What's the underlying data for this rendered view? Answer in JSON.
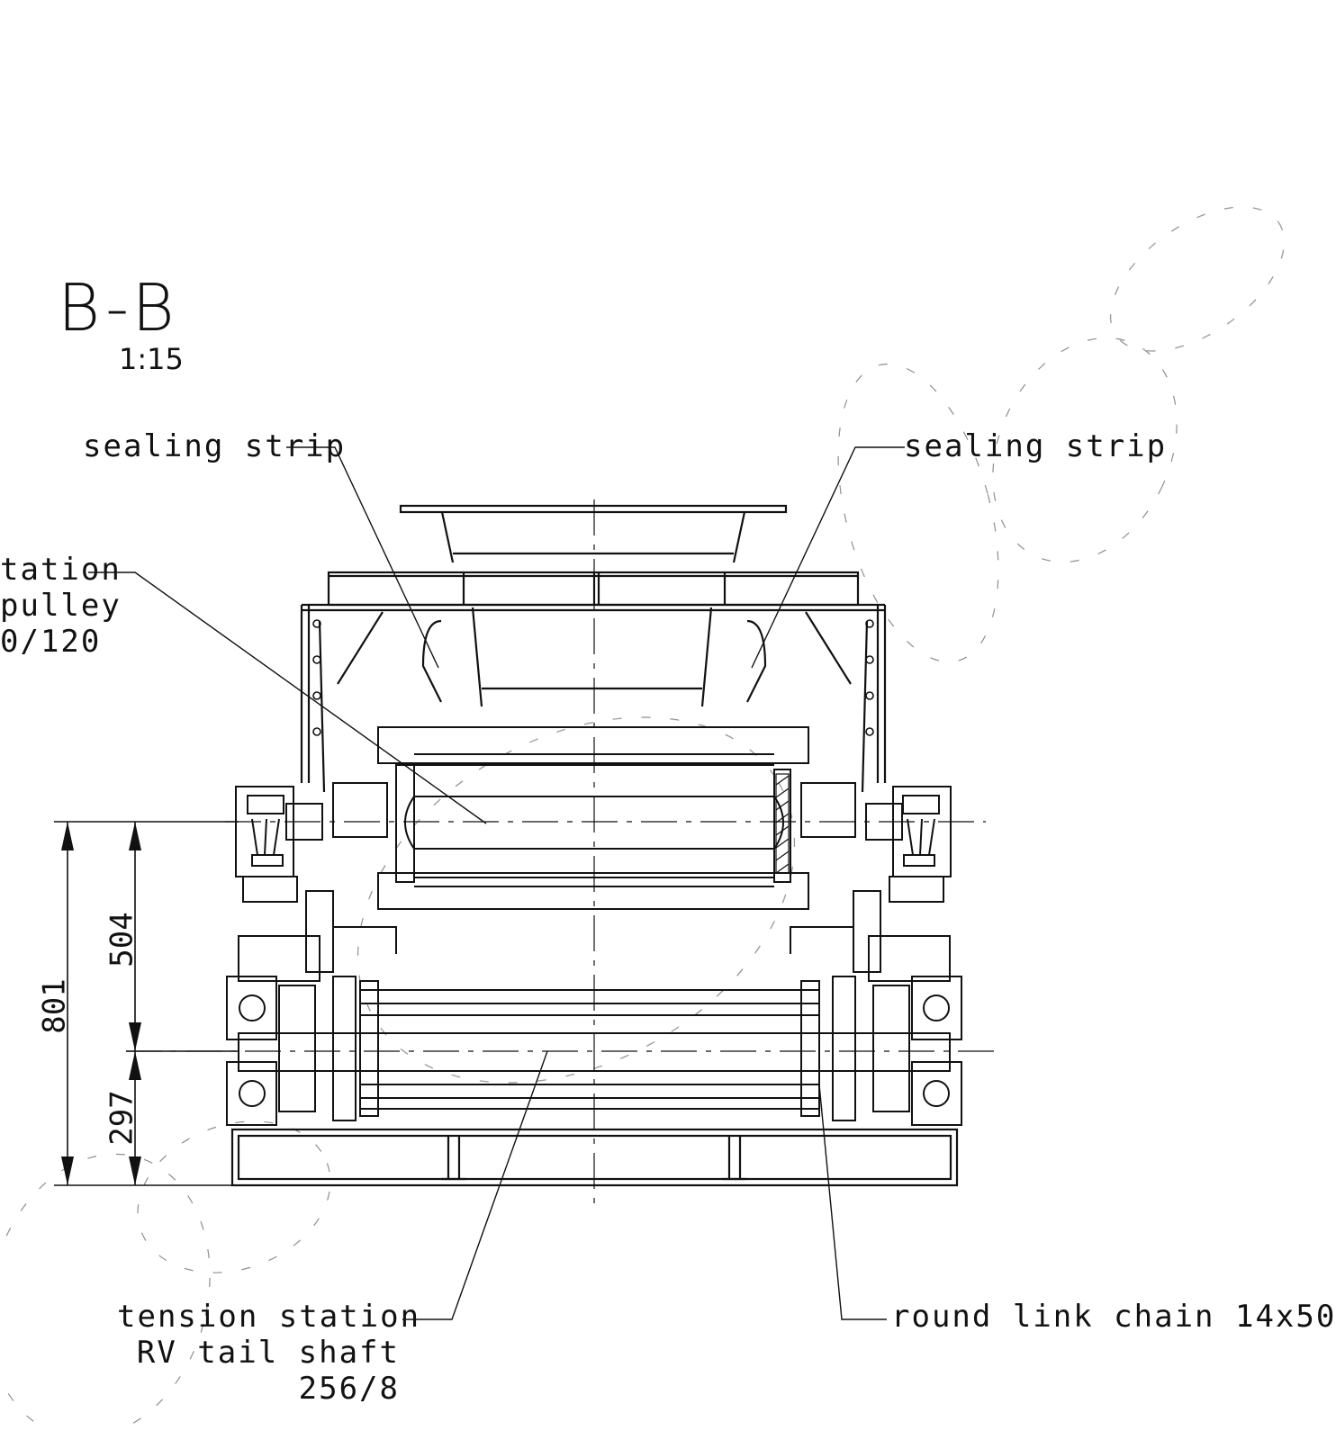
{
  "view": {
    "section_label": "B-B",
    "scale": "1:15"
  },
  "labels": {
    "sealing_strip_left": "sealing strip",
    "sealing_strip_right": "sealing strip",
    "drive_station_line1": "tation",
    "drive_station_line2": "pulley",
    "drive_station_line3": "0/120",
    "tension_station_line1": "tension station",
    "tension_station_line2": "RV tail shaft",
    "tension_station_line3": "256/8",
    "chain": "round link chain 14x50"
  },
  "dimensions": {
    "total_height": "801",
    "upper_height": "504",
    "lower_height": "297"
  }
}
